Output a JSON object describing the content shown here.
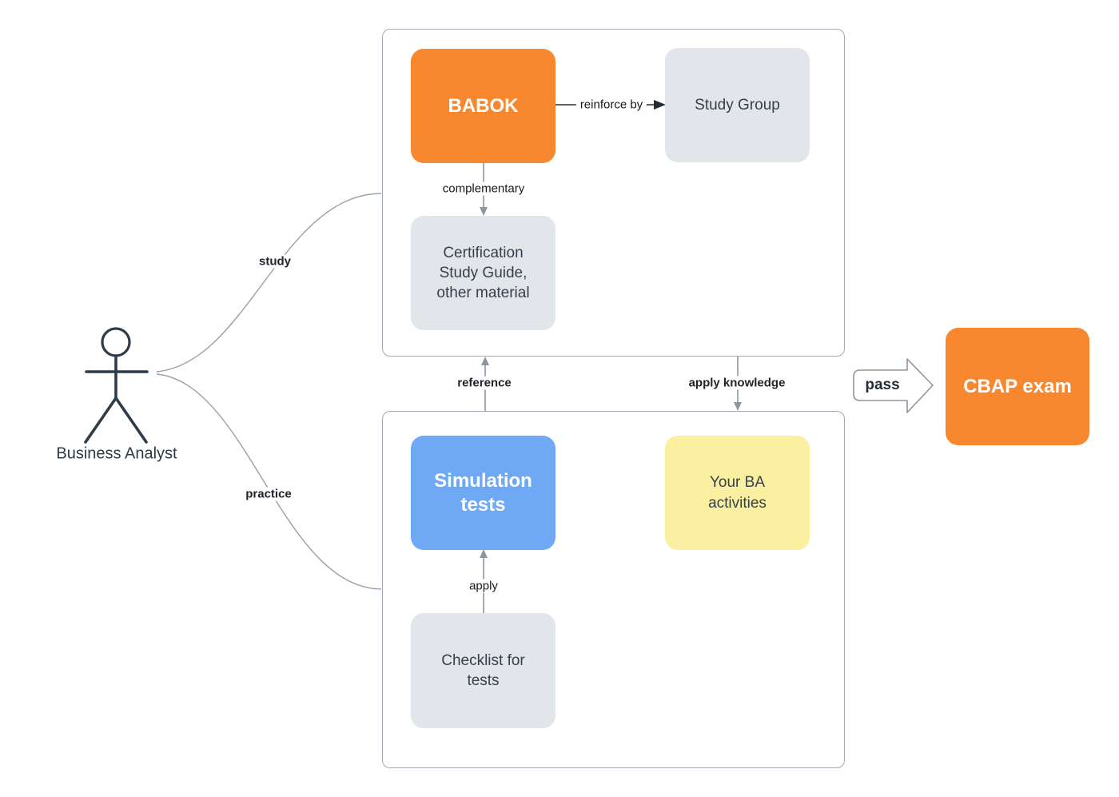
{
  "actor": {
    "label": "Business Analyst"
  },
  "nodes": {
    "babok": {
      "label": "BABOK"
    },
    "study_group": {
      "label": "Study Group"
    },
    "cert_guide": {
      "label": "Certification\nStudy Guide,\nother material"
    },
    "simulation": {
      "label": "Simulation\ntests"
    },
    "ba_activities": {
      "label": "Your BA\nactivities"
    },
    "checklist": {
      "label": "Checklist for\ntests"
    },
    "cbap_exam": {
      "label": "CBAP exam"
    }
  },
  "edges": {
    "study": {
      "label": "study"
    },
    "practice": {
      "label": "practice"
    },
    "reinforce_by": {
      "label": "reinforce by"
    },
    "complementary": {
      "label": "complementary"
    },
    "reference": {
      "label": "reference"
    },
    "apply_knowledge": {
      "label": "apply knowledge"
    },
    "apply": {
      "label": "apply"
    },
    "pass": {
      "label": "pass"
    }
  },
  "colors": {
    "node_orange": "#F7882F",
    "node_blue": "#6FA8F5",
    "node_yellow": "#FBF0A1",
    "node_gray": "#E2E5E9",
    "node_text_dark": "#36404C",
    "node_text_light": "#FFFFFF",
    "container_border": "#A2A9B4",
    "connector_gray": "#8D95A0",
    "connector_dark": "#262B33",
    "figure_stroke": "#2F3B48",
    "background": "#FFFFFF"
  }
}
